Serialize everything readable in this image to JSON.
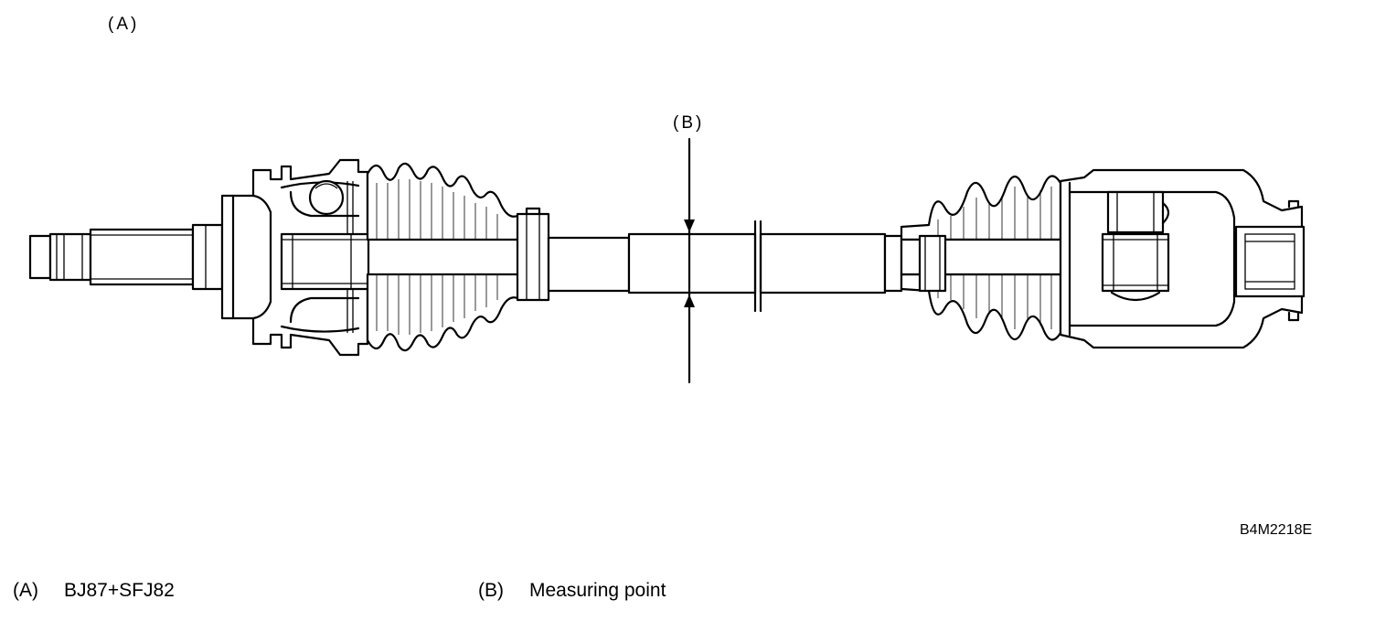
{
  "figure": {
    "label_a": "(A)",
    "label_b": "(B)",
    "code": "B4M2218E"
  },
  "legend": [
    {
      "key": "(A)",
      "text": "BJ87+SFJ82"
    },
    {
      "key": "(B)",
      "text": "Measuring point"
    }
  ]
}
